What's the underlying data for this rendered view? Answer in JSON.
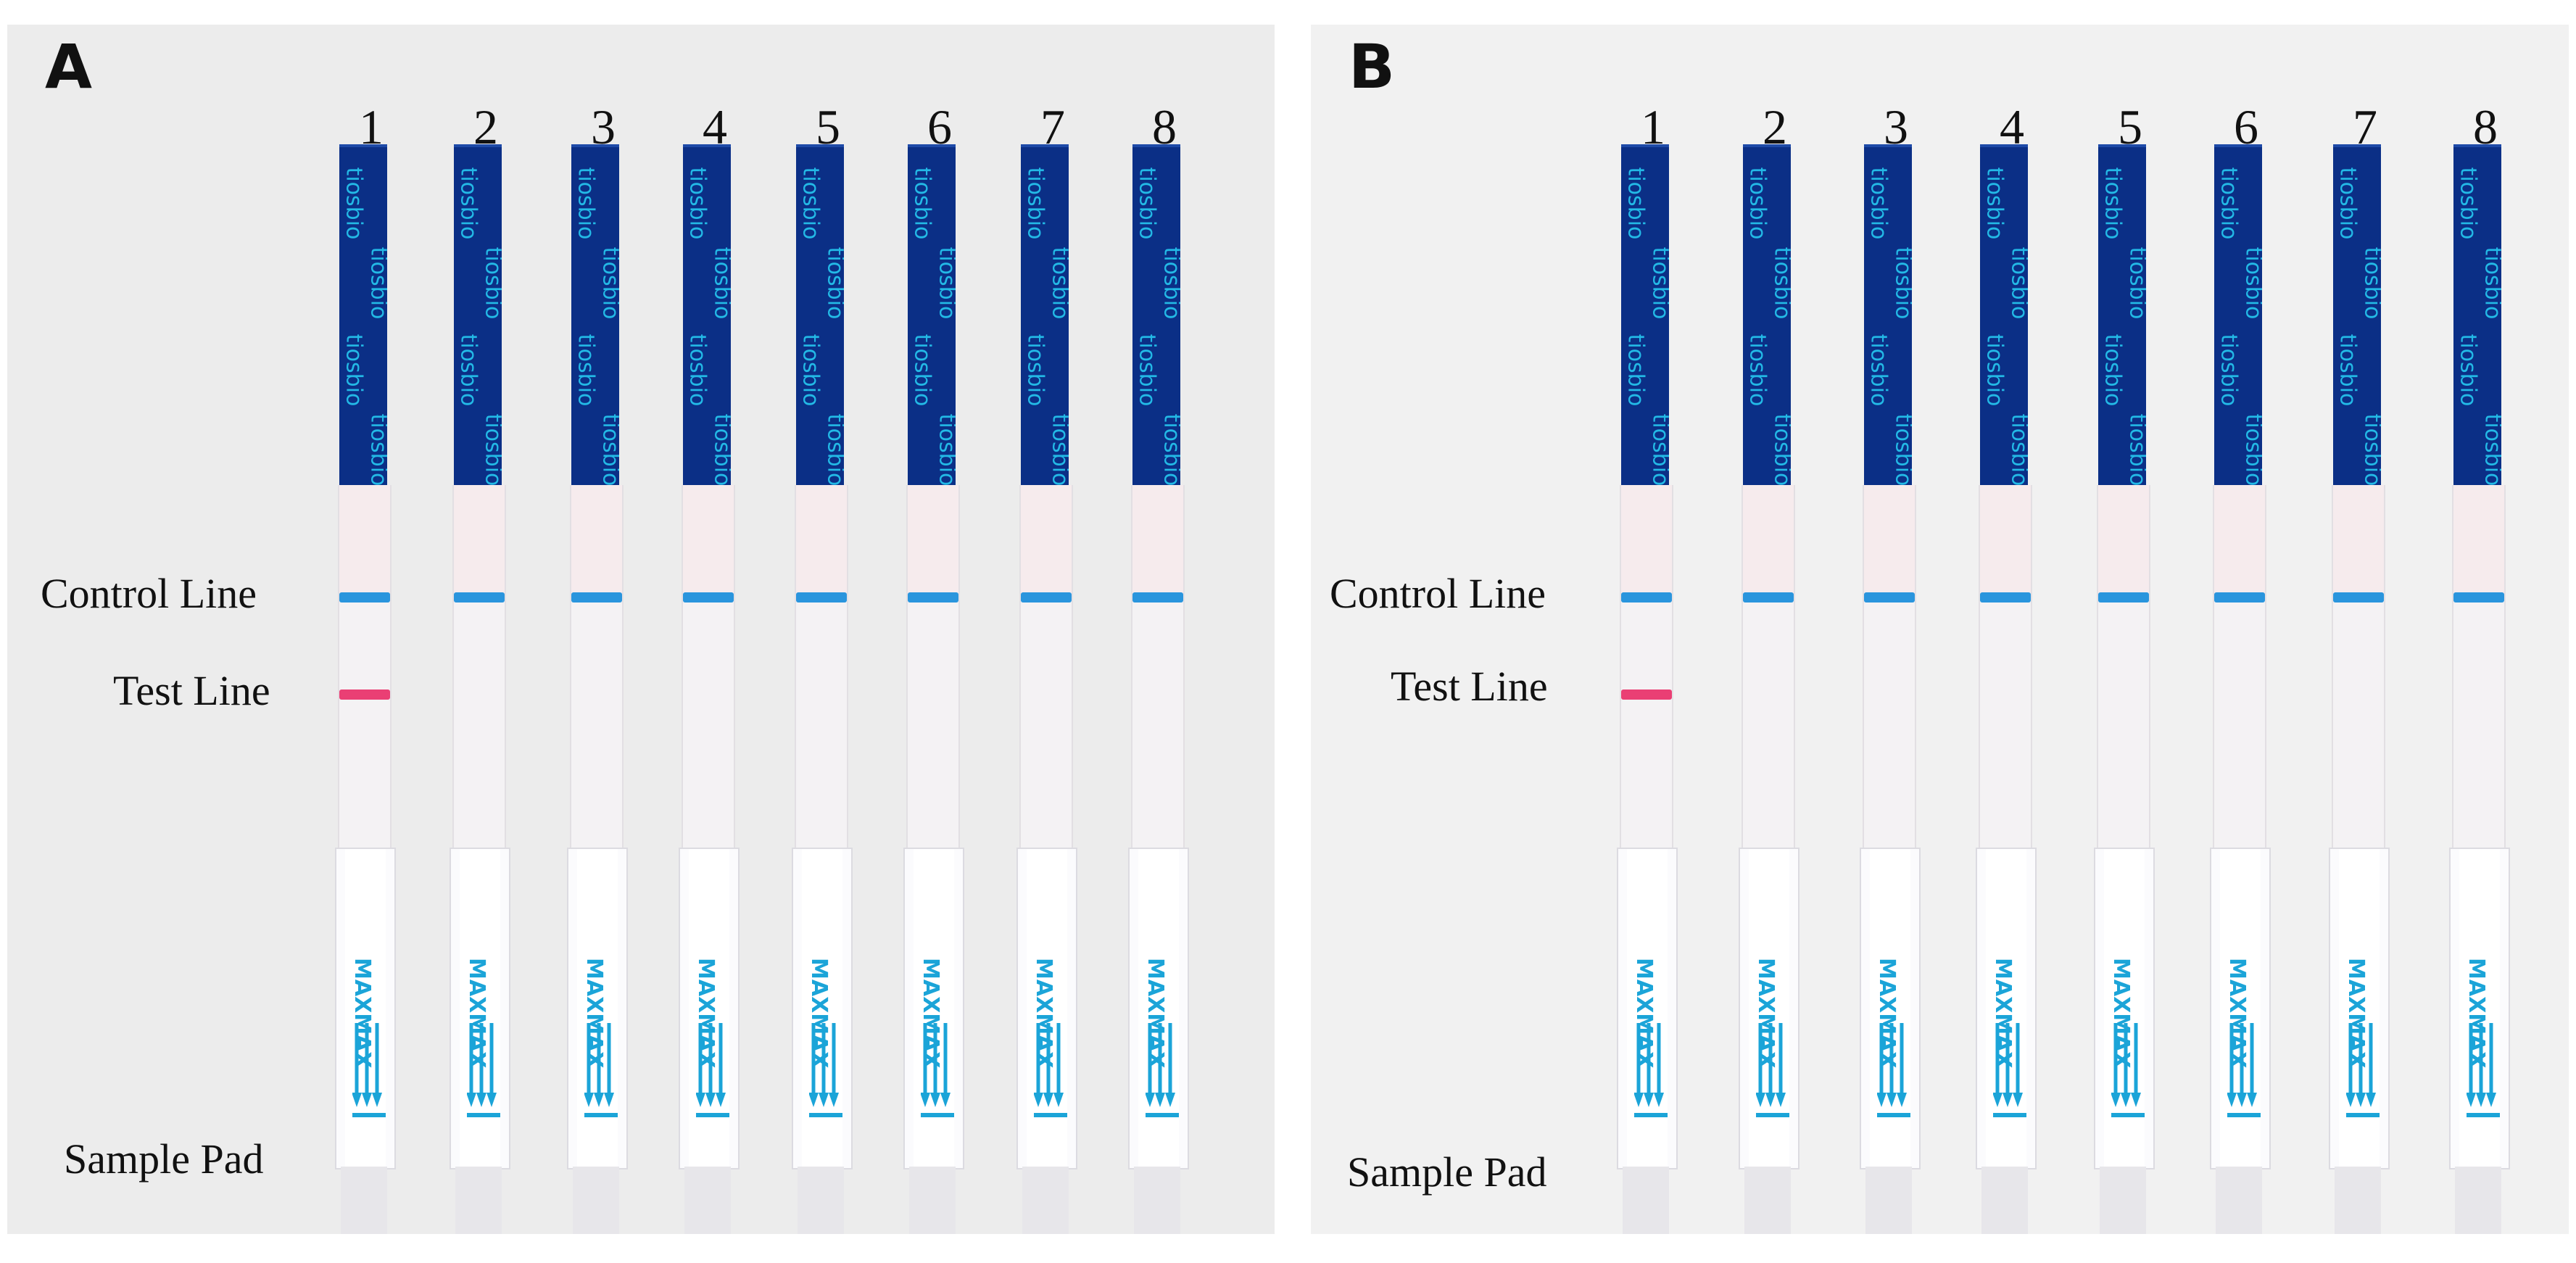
{
  "panels": [
    {
      "letter": "A",
      "labels": {
        "control": "Control Line",
        "test": "Test Line",
        "sample": "Sample Pad"
      },
      "brand": "tiosbio",
      "max_text": "MAX",
      "strips": [
        {
          "num": "1",
          "test_line": true
        },
        {
          "num": "2",
          "test_line": false
        },
        {
          "num": "3",
          "test_line": false
        },
        {
          "num": "4",
          "test_line": false
        },
        {
          "num": "5",
          "test_line": false
        },
        {
          "num": "6",
          "test_line": false
        },
        {
          "num": "7",
          "test_line": false
        },
        {
          "num": "8",
          "test_line": false
        }
      ]
    },
    {
      "letter": "B",
      "labels": {
        "control": "Control Line",
        "test": "Test Line",
        "sample": "Sample Pad"
      },
      "brand": "tiosbio",
      "max_text": "MAX",
      "strips": [
        {
          "num": "1",
          "test_line": true
        },
        {
          "num": "2",
          "test_line": false
        },
        {
          "num": "3",
          "test_line": false
        },
        {
          "num": "4",
          "test_line": false
        },
        {
          "num": "5",
          "test_line": false
        },
        {
          "num": "6",
          "test_line": false
        },
        {
          "num": "7",
          "test_line": false
        },
        {
          "num": "8",
          "test_line": false
        }
      ]
    }
  ],
  "colors": {
    "cassette": "#0b2f86",
    "brand_text": "#23b9e6",
    "control_line": "#2a95dd",
    "test_line": "#ea3f74",
    "pad_marks": "#1ba4d8"
  }
}
